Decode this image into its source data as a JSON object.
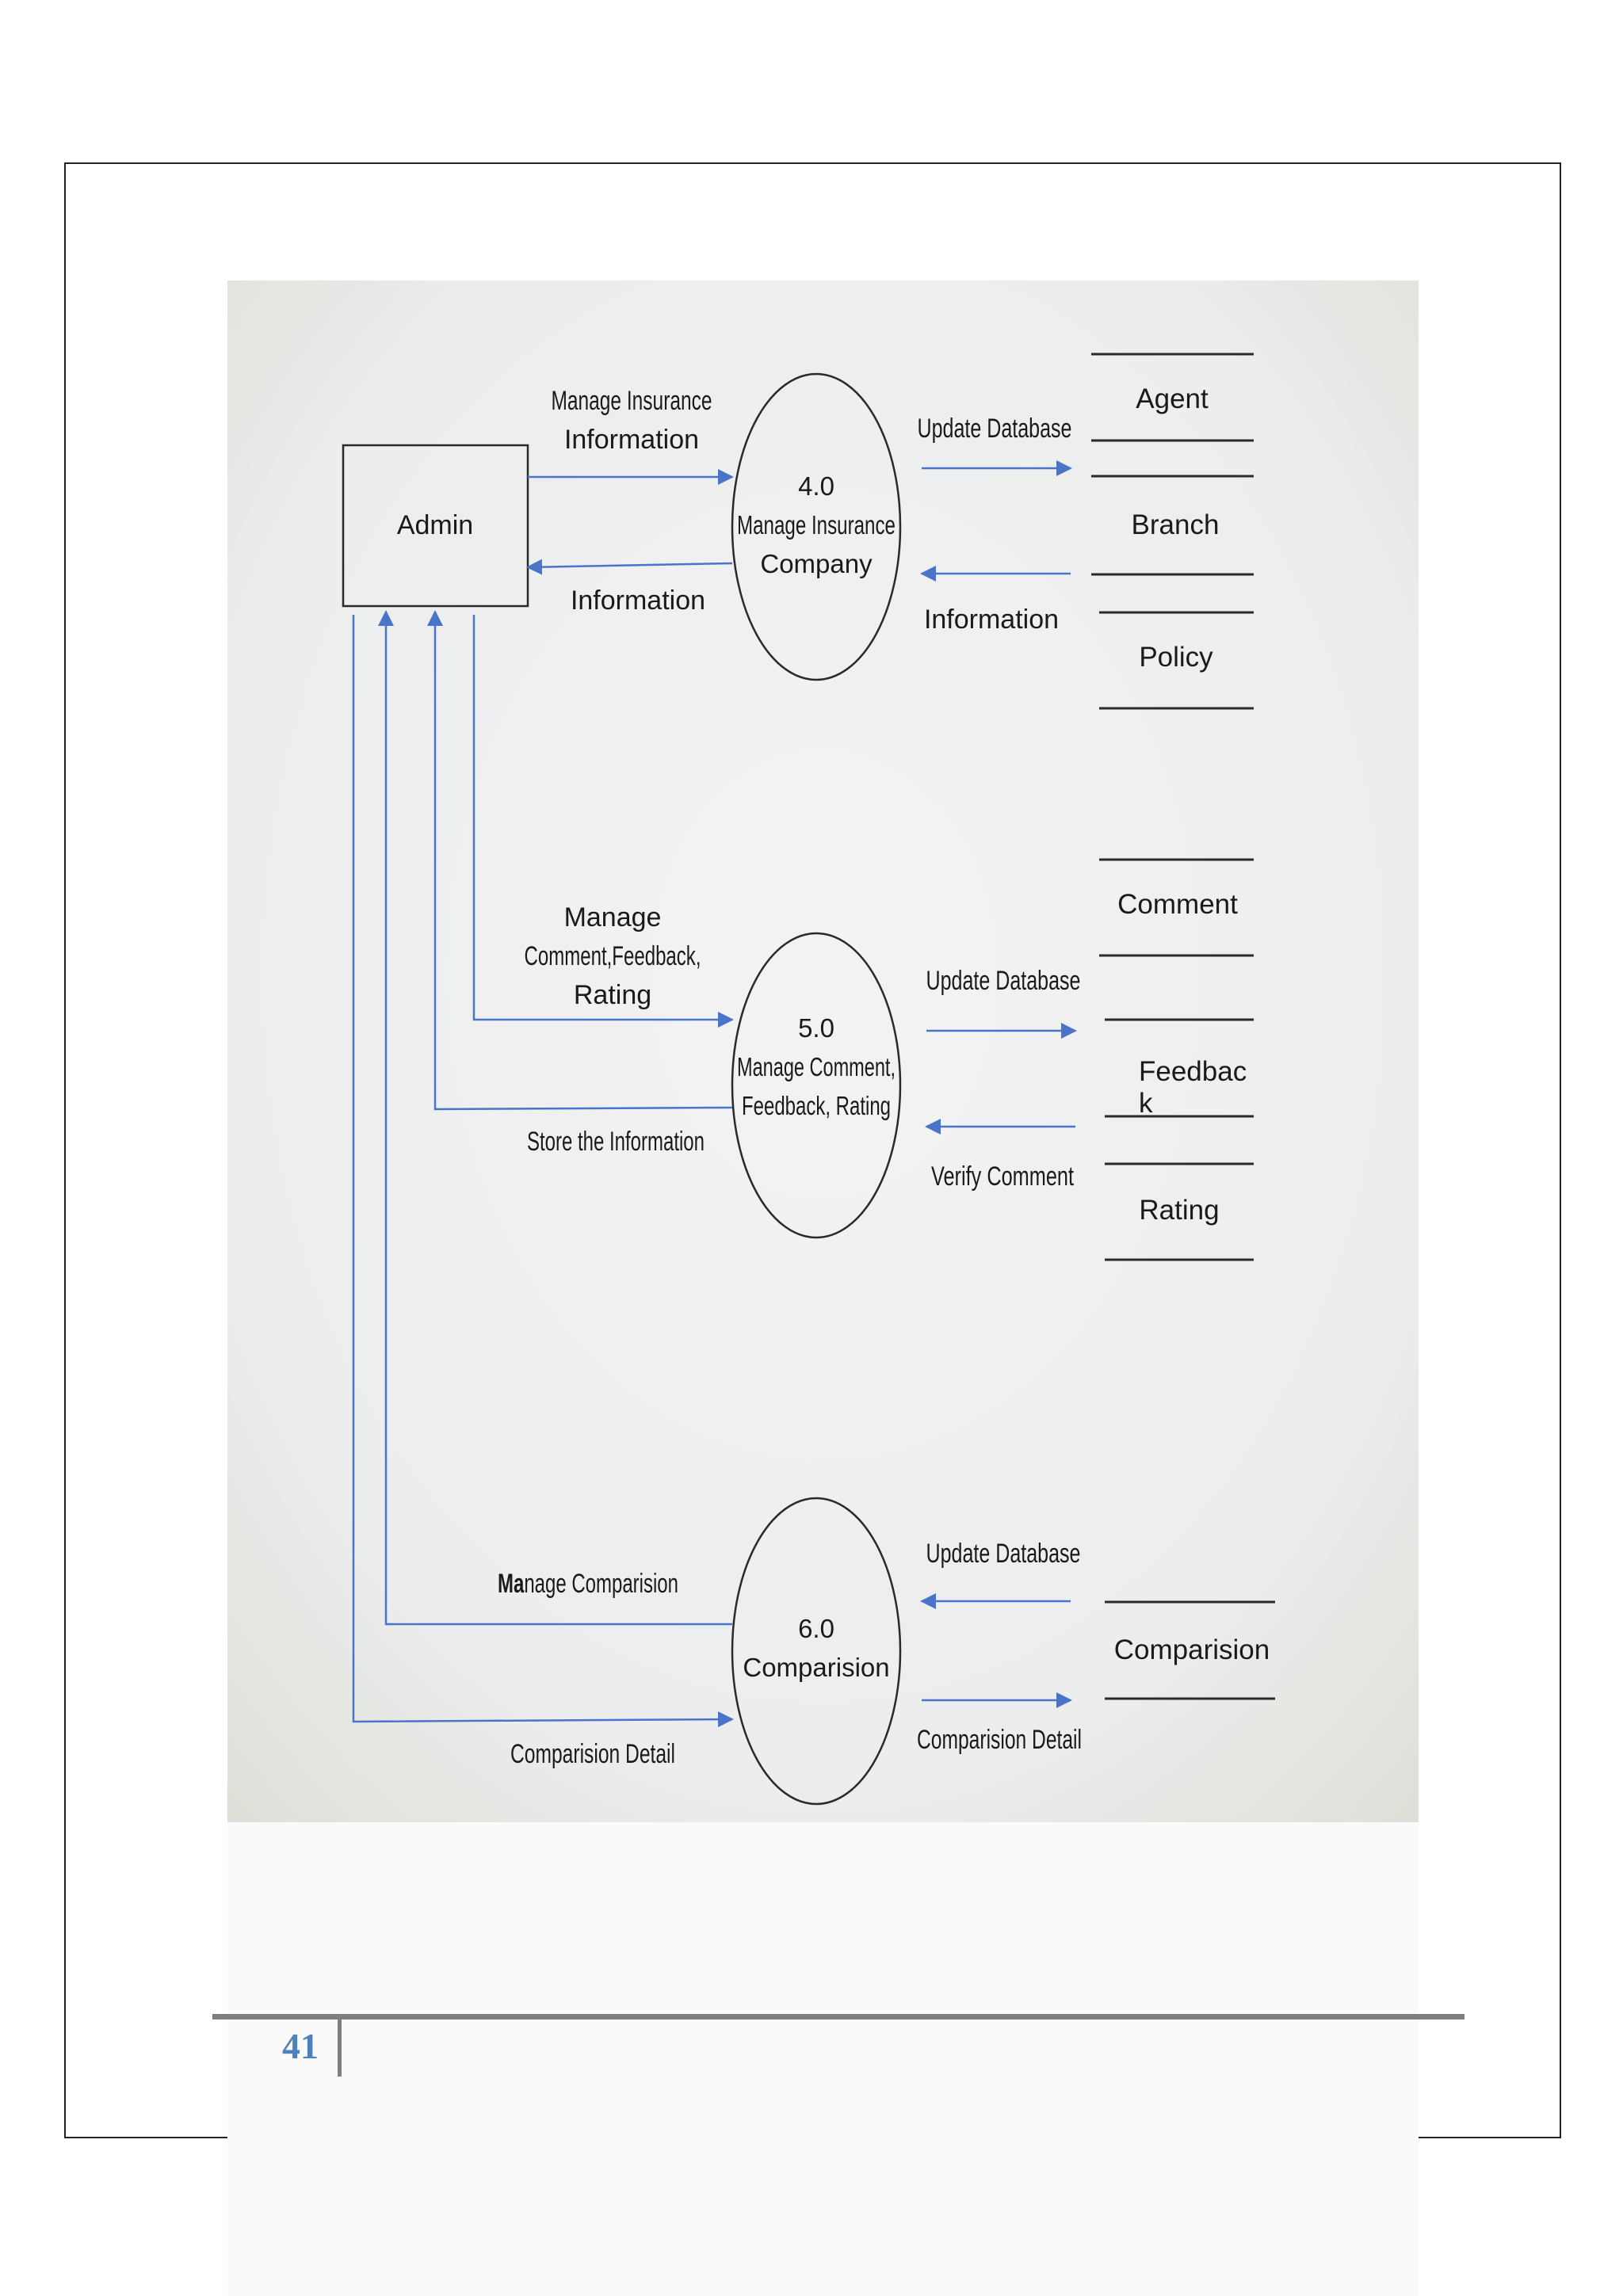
{
  "colors": {
    "flow": "#4a74c9",
    "background": "#eef0ef",
    "outline": "#2a2a2a",
    "page_number": "#4f81bd"
  },
  "external_entity": {
    "label": "Admin"
  },
  "processes": [
    {
      "number": "4.0",
      "lines": [
        "Manage Insurance",
        "Company"
      ]
    },
    {
      "number": "5.0",
      "lines": [
        "Manage Comment,",
        "Feedback, Rating"
      ]
    },
    {
      "number": "6.0",
      "lines": [
        "Comparision"
      ]
    }
  ],
  "data_stores": {
    "agent": "Agent",
    "branch": "Branch",
    "policy": "Policy",
    "comment": "Comment",
    "feedback": [
      "Feedbac",
      "k"
    ],
    "rating": "Rating",
    "comparision": "Comparision"
  },
  "flows": {
    "manage_insurance_info": [
      "Manage Insurance",
      "Information"
    ],
    "information_to_admin": "Information",
    "p4_update_database": "Update Database",
    "p4_information": "Information",
    "manage_comment": [
      "Manage",
      "Comment,Feedback,",
      "Rating"
    ],
    "store_information": "Store the Information",
    "p5_update_database": "Update Database",
    "verify_comment": "Verify Comment",
    "manage_comparision": {
      "bold": "Ma",
      "rest": "nage Comparision"
    },
    "comparision_detail_left": "Comparision Detail",
    "p6_update_database": "Update Database",
    "comparision_detail_right": "Comparision Detail"
  },
  "footer": {
    "page_number": "41"
  }
}
